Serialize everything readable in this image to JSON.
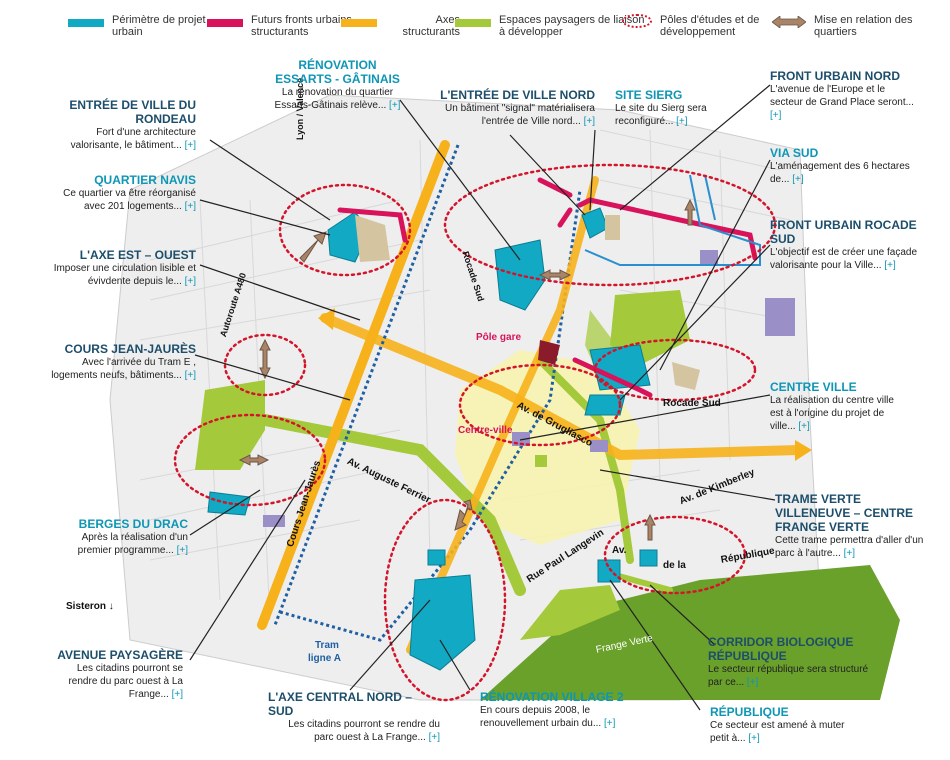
{
  "legend": [
    {
      "label": "Périmètre de projet urbain",
      "color": "#12a9c4",
      "kind": "bar"
    },
    {
      "label": "Futurs fronts urbains structurants",
      "color": "#d8125b",
      "kind": "bar"
    },
    {
      "label": "Axes structurants",
      "color": "#f6b11b",
      "kind": "bar"
    },
    {
      "label": "Espaces paysagers de liaison à développer",
      "color": "#a4c93a",
      "kind": "bar"
    },
    {
      "label": "Pôles d'études et de développement",
      "color": "#d4142a",
      "kind": "dotted"
    },
    {
      "label": "Mise en relation des quartiers",
      "color": "#a88469",
      "kind": "arrow"
    }
  ],
  "colors": {
    "project": "#12a9c4",
    "front": "#d8125b",
    "axis": "#f6b11b",
    "green": "#a4c93a",
    "pole": "#d4142a",
    "relation": "#a88469",
    "centre": "#f7f3b0",
    "frange": "#6aa12b",
    "purple": "#9a8fc6",
    "tram": "#1f5fa3",
    "titleBlue": "#0d96b5",
    "titleDark": "#1c4e6b"
  },
  "callouts": {
    "renovation_essarts": {
      "title": "Rénovation Essarts - Gâtinais",
      "text": "La rénovation du quartier Essarts-Gâtinais relève...",
      "more": "[+]"
    },
    "entree_rondeau": {
      "title": "Entrée de ville du Rondeau",
      "text": "Fort d'une architecture valorisante, le bâtiment...",
      "more": "[+]"
    },
    "quartier_navis": {
      "title": "Quartier Navis",
      "text": "Ce quartier va être réorganisé avec 201 logements...",
      "more": "[+]"
    },
    "axe_est_ouest": {
      "title": "L'axe Est – Ouest",
      "text": "Imposer une circulation lisible et évivdente depuis le...",
      "more": "[+]"
    },
    "cours_jean_jaures": {
      "title": "Cours Jean-Jaurès",
      "text": "Avec l'arrivée du Tram E , logements neufs, bâtiments...",
      "more": "[+]"
    },
    "berges_drac": {
      "title": "Berges du Drac",
      "text": "Après la réalisation d'un premier programme...",
      "more": "[+]"
    },
    "avenue_paysagere": {
      "title": "Avenue paysagère",
      "text": "Les citadins pourront se rendre du parc ouest à La Frange...",
      "more": "[+]"
    },
    "axe_central": {
      "title": "L'axe central Nord – Sud",
      "text": "Les citadins pourront se rendre du parc ouest à La Frange...",
      "more": "[+]"
    },
    "renovation_village2": {
      "title": "Rénovation Village 2",
      "text": "En cours depuis 2008, le renouvellement urbain du...",
      "more": "[+]"
    },
    "entree_ville_nord": {
      "title": "L'entrée de ville Nord",
      "text": "Un bâtiment \"signal\" matérialisera l'entrée de Ville nord...",
      "more": "[+]"
    },
    "site_sierg": {
      "title": "Site Sierg",
      "text": "Le site du Sierg sera reconfiguré...",
      "more": "[+]"
    },
    "front_urbain_nord": {
      "title": "Front urbain Nord",
      "text": "L'avenue de l'Europe et le secteur de Grand Place seront...",
      "more": "[+]"
    },
    "via_sud": {
      "title": "Via Sud",
      "text": "L'aménagement des 6 hectares de...",
      "more": "[+]"
    },
    "front_rocade_sud": {
      "title": "Front urbain Rocade Sud",
      "text": "L'objectif est de créer une façade valorisante pour la Ville...",
      "more": "[+]"
    },
    "centre_ville": {
      "title": "Centre ville",
      "text": "La réalisation du centre ville est à l'origine du projet de ville...",
      "more": "[+]"
    },
    "trame_verte": {
      "title": "Trame verte Villeneuve – Centre Frange verte",
      "text": "Cette trame permettra d'aller d'un parc à l'autre...",
      "more": "[+]"
    },
    "corridor": {
      "title": "Corridor biologique République",
      "text": "Le secteur république sera structuré par ce...",
      "more": "[+]"
    },
    "republique": {
      "title": "République",
      "text": "Ce secteur est amené à muter petit à...",
      "more": "[+]"
    }
  },
  "map_labels": {
    "lyon_valence": "Lyon / Valence",
    "autoroute": "Autoroute A480",
    "rocade_sud_1": "Rocade Sud",
    "rocade_sud_2": "Rocade Sud",
    "pole_gare": "Pôle gare",
    "centre_ville": "Centre-ville",
    "av_grugliasco": "Av. de Grugliasco",
    "av_kimberley": "Av. de Kimberley",
    "av_ferrier": "Av. Auguste Ferrier",
    "cours_jj": "Cours Jean-Jaurès",
    "rue_langevin": "Rue Paul Langevin",
    "av_republique_1": "Av.",
    "av_republique_2": "de la",
    "av_republique_3": "République",
    "sisteron": "Sisteron ↓",
    "tram_a_1": "Tram",
    "tram_a_2": "ligne A",
    "frange_verte": "Frange Verte"
  }
}
